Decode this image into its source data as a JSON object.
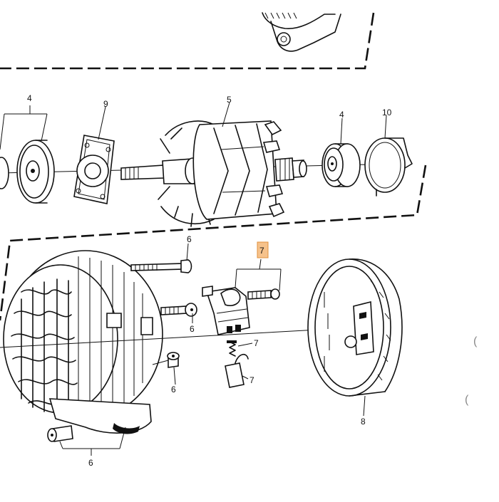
{
  "diagram": {
    "callouts": {
      "bearing_left": "4",
      "plate": "9",
      "rotor": "5",
      "bearing_right": "4",
      "ring": "10",
      "screw_top": "6",
      "regulator_highlighted": "7",
      "screw_mid": "6",
      "brush_spring": "7",
      "brush": "7",
      "sleeve_small": "6",
      "end_shield": "8",
      "sleeve_bottom": "6"
    },
    "edge_marks": [
      "(",
      "("
    ],
    "highlight_color": "#f6c28b"
  }
}
